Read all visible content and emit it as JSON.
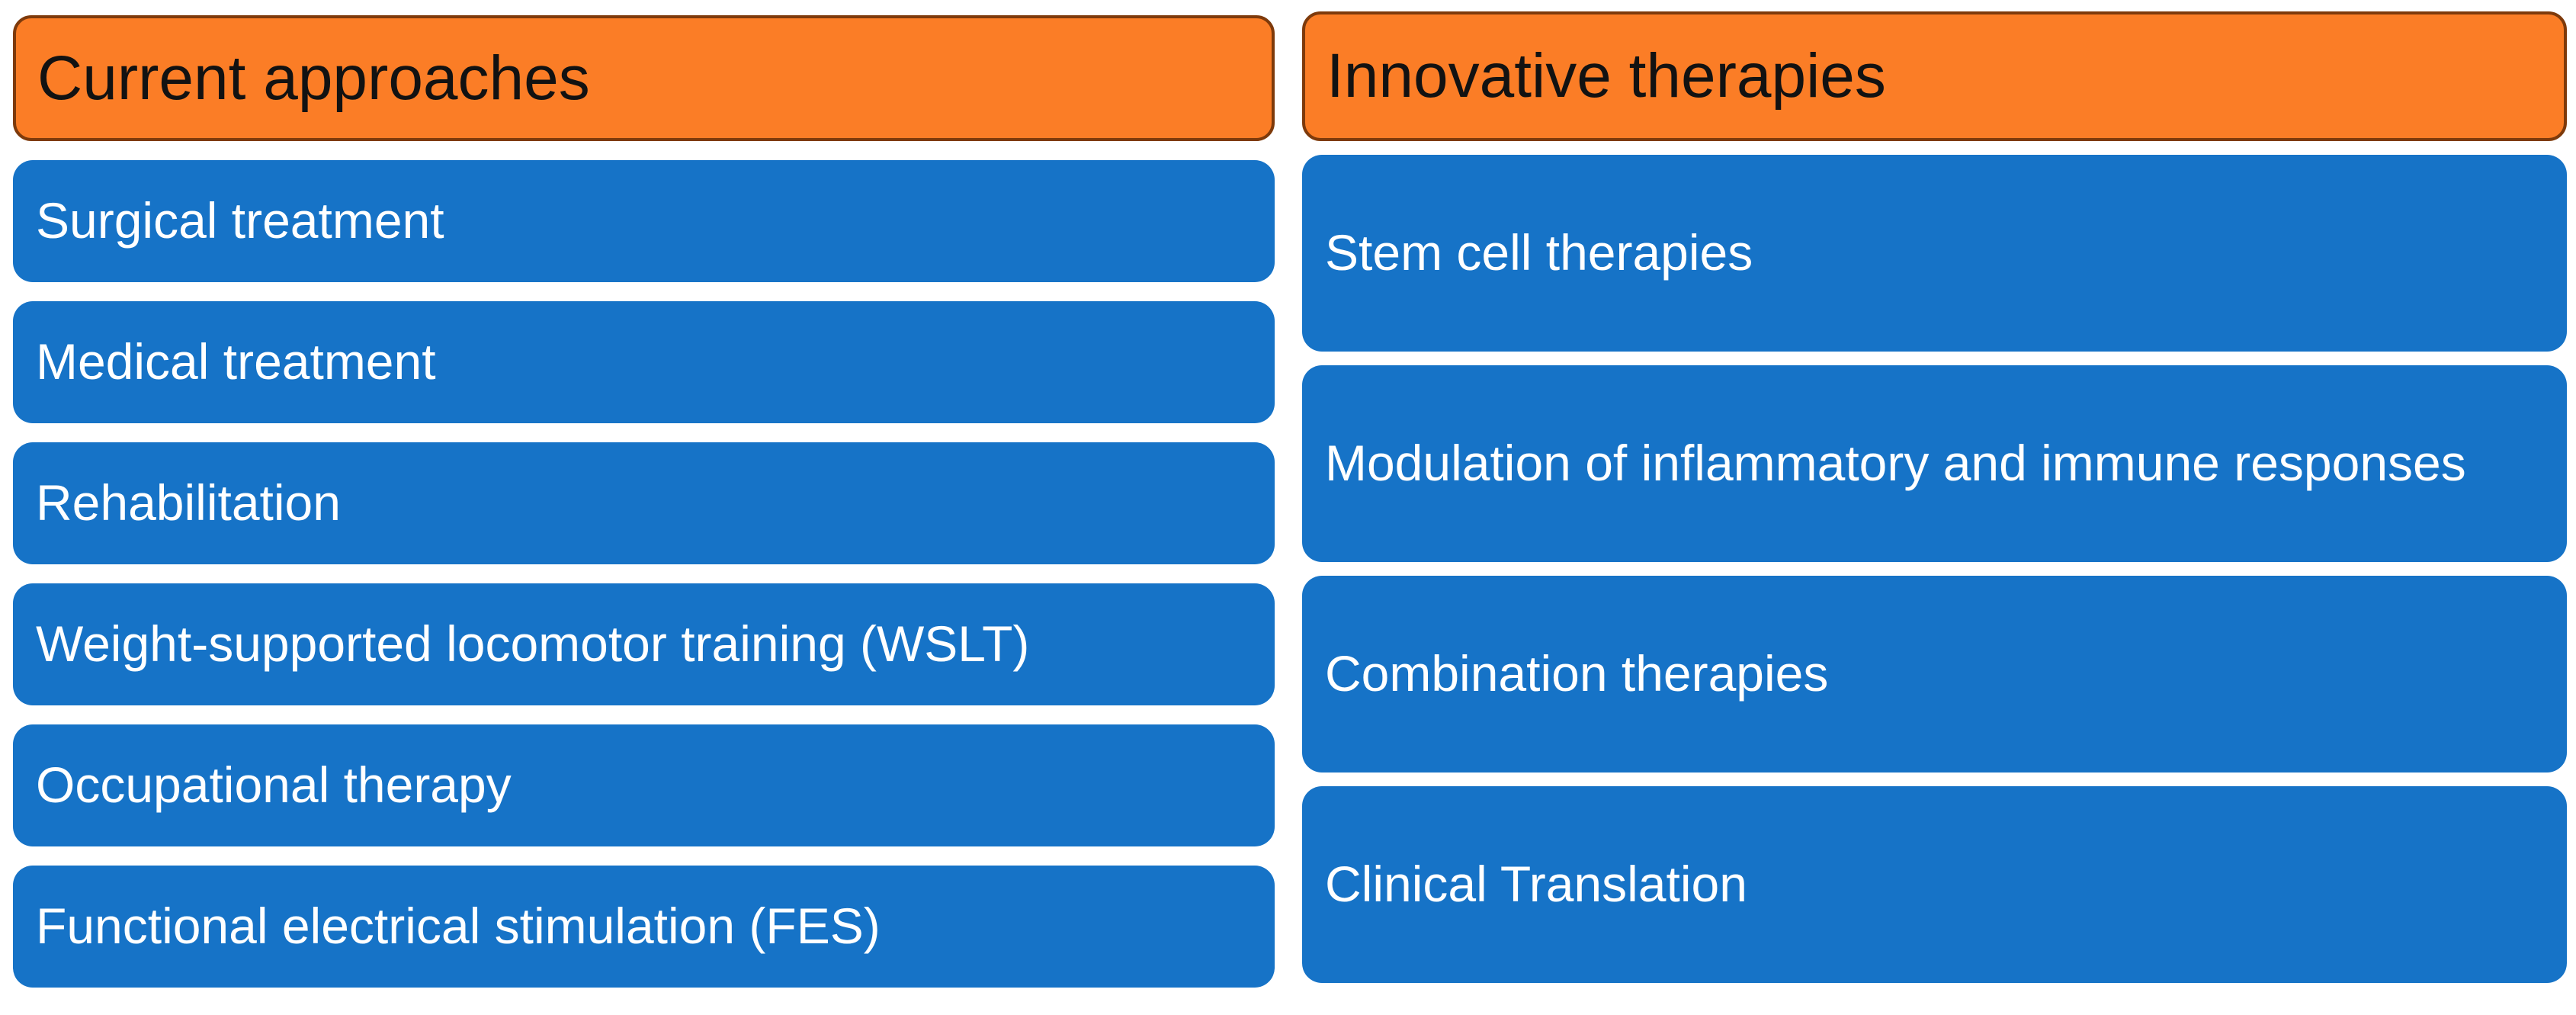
{
  "colors": {
    "orange": "#FB7D26",
    "orange_border": "#7E3A0B",
    "blue": "#1673C7",
    "header_text": "#121212",
    "item_text": "#ffffff",
    "page_bg": "#ffffff"
  },
  "columns": [
    {
      "header": "Current approaches",
      "items": [
        "Surgical treatment",
        "Medical treatment",
        "Rehabilitation",
        "Weight-supported locomotor training (WSLT)",
        "Occupational therapy",
        "Functional electrical stimulation (FES)"
      ]
    },
    {
      "header": "Innovative therapies",
      "items": [
        "Stem cell therapies",
        "Modulation of inflammatory and immune responses",
        "Combination therapies",
        "Clinical Translation"
      ]
    }
  ]
}
